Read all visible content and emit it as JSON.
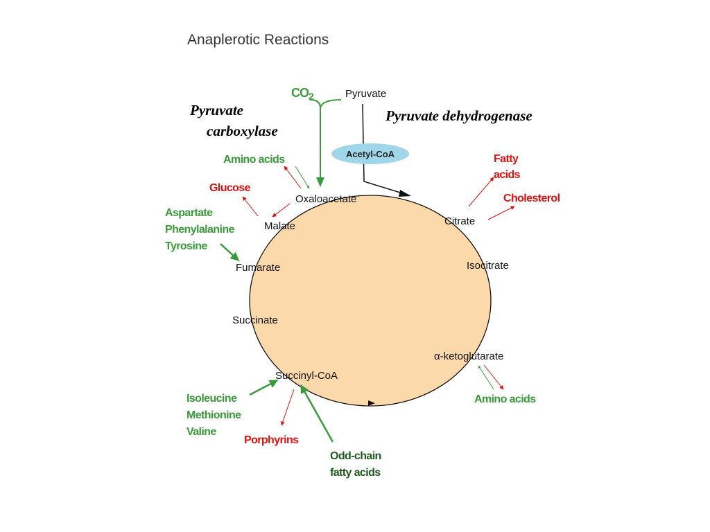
{
  "title": "Anaplerotic Reactions",
  "colors": {
    "cycle_fill": "#fcd9ab",
    "green": "#3a9a3a",
    "red": "#e01010",
    "dark_green": "#1e5a1e",
    "acetyl_coa_oval": "#9fd6ea"
  },
  "enzymes": {
    "pyruvate_carboxylase": [
      "Pyruvate",
      "carboxylase"
    ],
    "pyruvate_dehydrogenase": "Pyruvate dehydrogenase"
  },
  "co2": {
    "base": "CO",
    "subscript": "2"
  },
  "metabolites": {
    "pyruvate": "Pyruvate",
    "acetyl_coa": "Acetyl-CoA",
    "oxaloacetate": "Oxaloacetate",
    "citrate": "Citrate",
    "isocitrate": "Isocitrate",
    "alpha_ketoglutarate": "α-ketoglutarate",
    "succinyl_coa": "Succinyl-CoA",
    "succinate": "Succinate",
    "fumarate": "Fumarate",
    "malate": "Malate"
  },
  "inputs": {
    "amino_acids_top": "Amino acids",
    "aspartate_group": [
      "Aspartate",
      "Phenylalanine",
      "Tyrosine"
    ],
    "ile_met_val": [
      "Isoleucine",
      "Methionine",
      "Valine"
    ],
    "odd_chain": [
      "Odd-chain",
      "fatty acids"
    ],
    "amino_acids_akg": "Amino acids"
  },
  "outputs": {
    "glucose": "Glucose",
    "fatty_acids": [
      "Fatty",
      "acids"
    ],
    "cholesterol": "Cholesterol",
    "porphyrins": "Porphyrins"
  }
}
